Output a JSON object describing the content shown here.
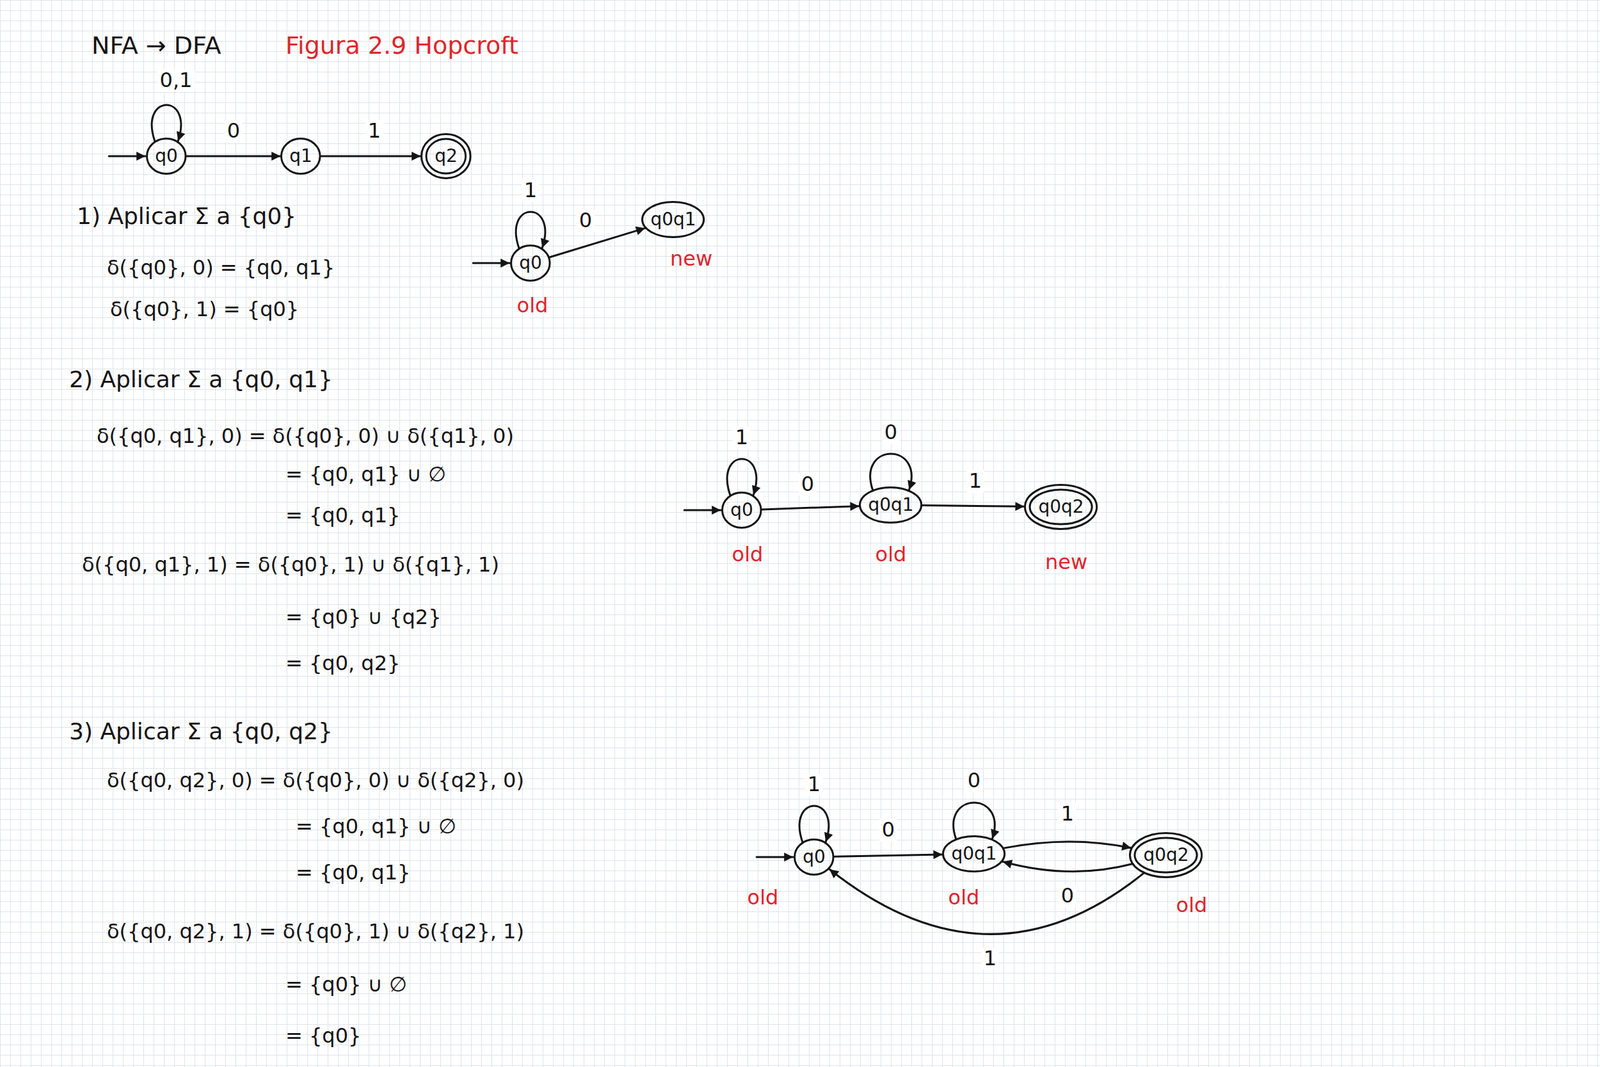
{
  "diagram": {
    "title": "NFA → DFA",
    "nodes": [
      {
        "text": [
          "q0"
        ]
      },
      {
        "text": [
          "q1"
        ]
      },
      {
        "text": [
          "q2"
        ]
      },
      {
        "text": [
          "q0"
        ]
      },
      {
        "text": [
          "q0q1"
        ]
      },
      {
        "text": [
          "q0"
        ]
      },
      {
        "text": [
          "q0q1"
        ]
      },
      {
        "text": [
          "q0q2"
        ]
      },
      {
        "text": [
          "q0"
        ]
      },
      {
        "text": [
          "q0q1"
        ]
      },
      {
        "text": [
          "q0q2"
        ]
      }
    ],
    "edges": [
      {
        "from": 0,
        "to": 0,
        "label": "0,1",
        "arrow": "to"
      },
      {
        "from": 0,
        "to": 1,
        "label": "0",
        "arrow": "to"
      },
      {
        "from": 1,
        "to": 2,
        "label": "1",
        "arrow": "to"
      },
      {
        "from": 3,
        "to": 3,
        "label": "1",
        "arrow": "to"
      },
      {
        "from": 3,
        "to": 4,
        "label": "0",
        "arrow": "to"
      },
      {
        "from": 5,
        "to": 5,
        "label": "1",
        "arrow": "to"
      },
      {
        "from": 5,
        "to": 6,
        "label": "0",
        "arrow": "to"
      },
      {
        "from": 6,
        "to": 6,
        "label": "0",
        "arrow": "to"
      },
      {
        "from": 6,
        "to": 7,
        "label": "1",
        "arrow": "to"
      },
      {
        "from": 8,
        "to": 8,
        "label": "1",
        "arrow": "to"
      },
      {
        "from": 8,
        "to": 9,
        "label": "0",
        "arrow": "to"
      },
      {
        "from": 9,
        "to": 9,
        "label": "0",
        "arrow": "to"
      },
      {
        "from": 9,
        "to": 10,
        "label": "1",
        "arrow": "to"
      },
      {
        "from": 10,
        "to": 9,
        "label": "0",
        "arrow": "to"
      },
      {
        "from": 10,
        "to": 8,
        "label": "1",
        "arrow": "to"
      }
    ],
    "labels": [
      "Figura 2.9 Hopcroft",
      "1) Aplicar Σ a {q0}",
      "δ({q0}, 0) = {q0, q1}",
      "δ({q0}, 1) = {q0}",
      "old",
      "new",
      "2) Aplicar Σ a {q0, q1}",
      "δ({q0, q1}, 0) = δ({q0}, 0) ∪ δ({q1}, 0)",
      "= {q0, q1} ∪ ∅",
      "= {q0, q1}",
      "δ({q0, q1}, 1) = δ({q0}, 1) ∪ δ({q1}, 1)",
      "= {q0} ∪ {q2}",
      "= {q0, q2}",
      "old",
      "old",
      "new",
      "3) Aplicar Σ a {q0, q2}",
      "δ({q0, q2}, 0) = δ({q0}, 0) ∪ δ({q2}, 0)",
      "= {q0, q1} ∪ ∅",
      "= {q0, q1}",
      "δ({q0, q2}, 1) = δ({q0}, 1) ∪ δ({q2}, 1)",
      "= {q0} ∪ ∅",
      "= {q0}",
      "old",
      "old",
      "old"
    ]
  }
}
